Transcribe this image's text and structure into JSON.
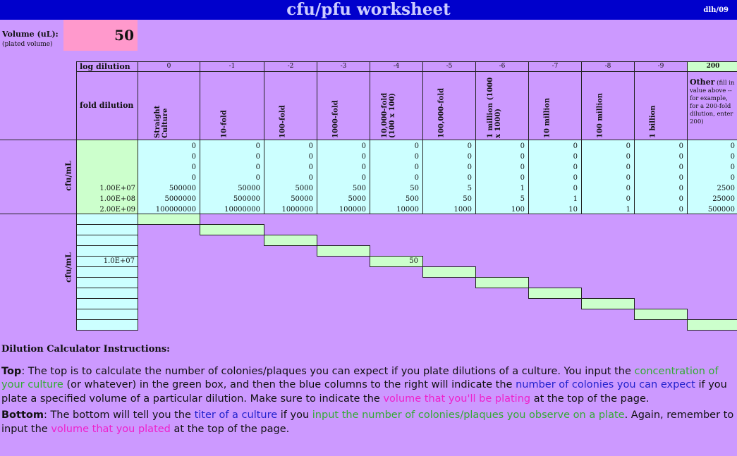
{
  "title": "cfu/pfu worksheet",
  "author": "dlh/09",
  "volume": {
    "label": "Volume (uL):",
    "sublabel": "(plated volume)",
    "value": "50"
  },
  "table": {
    "log_label": "log dilution",
    "fold_label": "fold dilution",
    "log_values": [
      "0",
      "-1",
      "-2",
      "-3",
      "-4",
      "-5",
      "-6",
      "-7",
      "-8",
      "-9",
      "200"
    ],
    "fold_names": [
      "Straight Culture",
      "10-fold",
      "100-fold",
      "1000-fold",
      "10,000-fold (100 x 100)",
      "100,000-fold",
      "1 million (1000 x 1000)",
      "10 million",
      "100 million",
      "1 billion"
    ],
    "other_bold": "Other",
    "other_text": " (fill in value above --for example, for a 200-fold dilution, enter 200)",
    "top_side_label": "cfu/mL",
    "input_concentrations": [
      "",
      "",
      "",
      "",
      "1.00E+07",
      "1.00E+08",
      "2.00E+09"
    ],
    "expected_colonies": [
      [
        "0",
        "0",
        "0",
        "0",
        "0",
        "0",
        "0",
        "0",
        "0",
        "0",
        "0"
      ],
      [
        "0",
        "0",
        "0",
        "0",
        "0",
        "0",
        "0",
        "0",
        "0",
        "0",
        "0"
      ],
      [
        "0",
        "0",
        "0",
        "0",
        "0",
        "0",
        "0",
        "0",
        "0",
        "0",
        "0"
      ],
      [
        "0",
        "0",
        "0",
        "0",
        "0",
        "0",
        "0",
        "0",
        "0",
        "0",
        "0"
      ],
      [
        "500000",
        "50000",
        "5000",
        "500",
        "50",
        "5",
        "1",
        "0",
        "0",
        "0",
        "2500"
      ],
      [
        "5000000",
        "500000",
        "50000",
        "5000",
        "500",
        "50",
        "5",
        "1",
        "0",
        "0",
        "25000"
      ],
      [
        "100000000",
        "10000000",
        "1000000",
        "100000",
        "10000",
        "1000",
        "100",
        "10",
        "1",
        "0",
        "500000"
      ]
    ],
    "bottom_side_label": "cfu/mL",
    "titers": [
      "",
      "",
      "",
      "",
      "1.0E+07",
      "",
      "",
      "",
      "",
      "",
      ""
    ],
    "observed_colonies": [
      "",
      "",
      "",
      "",
      "50",
      "",
      "",
      "",
      "",
      "",
      ""
    ]
  },
  "instructions": {
    "heading": "Dilution Calculator Instructions:",
    "top_label": "Top",
    "top_1": ":  The top is to calculate the number of colonies/plaques you can expect if you plate dilutions of a culture.  You input the ",
    "top_g": "concentration of your culture",
    "top_2": " (or whatever) in the green box, and then the blue columns to the right will indicate the ",
    "top_b": "number of colonies you can expect",
    "top_3": " if you plate a specified volume of a particular dilution.  Make sure to indicate the ",
    "top_m": "volume that you'll be plating",
    "top_4": " at the top of the page.",
    "bottom_label": "Bottom",
    "bot_1": ":  The bottom will tell you the ",
    "bot_b": "titer of a culture",
    "bot_2": " if you ",
    "bot_g": "input the number of colonies/plaques you observe on a plate",
    "bot_3": ".  Again, remember to input the ",
    "bot_m": "volume that you plated",
    "bot_4": " at the top of the page."
  },
  "colors": {
    "header": "#0000cc",
    "background": "#cc99ff",
    "input_green": "#ccffcc",
    "output_blue": "#ccffff",
    "volume_pink": "#ff99cc"
  }
}
